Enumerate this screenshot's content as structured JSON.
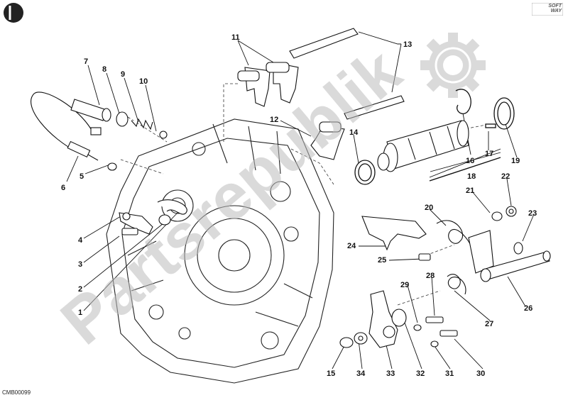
{
  "diagram": {
    "code": "CMB00099",
    "logo_line1": "SOFT",
    "logo_line2": "WAY",
    "watermark": "Partsrepublik",
    "callouts": [
      "1",
      "2",
      "3",
      "4",
      "5",
      "6",
      "7",
      "8",
      "9",
      "10",
      "11",
      "12",
      "13",
      "14",
      "15",
      "16",
      "17",
      "18",
      "19",
      "20",
      "21",
      "22",
      "23",
      "24",
      "25",
      "26",
      "27",
      "28",
      "29",
      "30",
      "31",
      "32",
      "33",
      "34"
    ]
  },
  "colors": {
    "ink": "#111111",
    "watermark": "#bdbdbd"
  }
}
